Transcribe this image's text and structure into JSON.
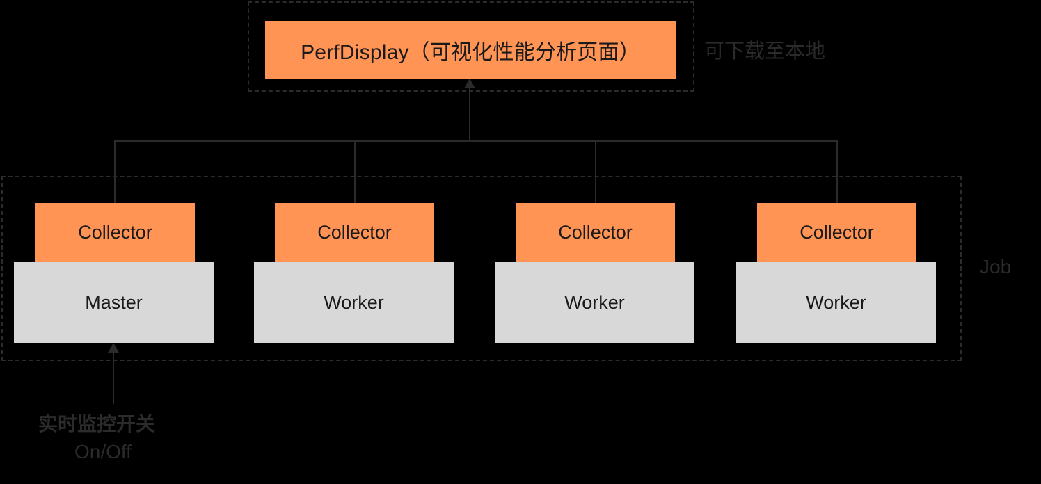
{
  "diagram": {
    "title": "PerfDisplay architecture",
    "groups": {
      "perfdisplay_group_label": "",
      "job_group_label": "Job"
    },
    "nodes": {
      "perfdisplay": "PerfDisplay（可视化性能分析页面）",
      "collector": "Collector",
      "master": "Master",
      "worker": "Worker"
    },
    "instances": [
      {
        "collector": "Collector",
        "role": "Master"
      },
      {
        "collector": "Collector",
        "role": "Worker"
      },
      {
        "collector": "Collector",
        "role": "Worker"
      },
      {
        "collector": "Collector",
        "role": "Worker"
      }
    ],
    "annotations": {
      "download": "可下载至本地",
      "switch_line1": "实时监控开关",
      "switch_line2": "On/Off"
    },
    "colors": {
      "background": "#000000",
      "accent_orange": "#ff9455",
      "node_gray": "#d8d8d8",
      "line": "#2b2b2b",
      "text_dark": "#1a1a1a"
    }
  }
}
